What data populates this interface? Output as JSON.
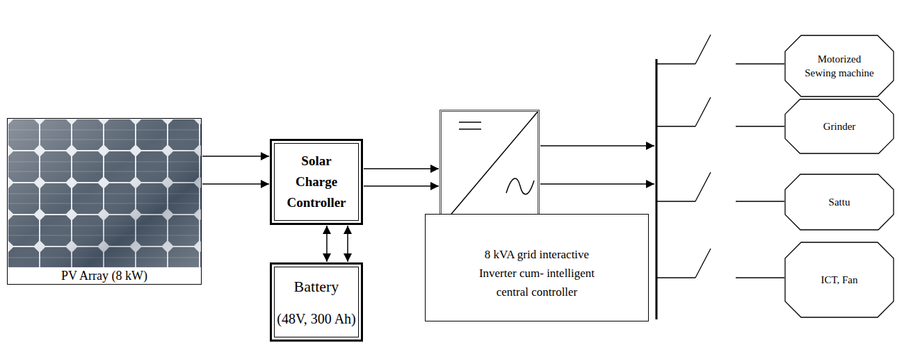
{
  "diagram": {
    "nodes": [
      {
        "text": [
          "PV Array (8 kW)"
        ]
      },
      {
        "text": [
          "Solar Charge Controller"
        ]
      },
      {
        "text": [
          "Battery",
          "(48V, 300 Ah)"
        ]
      },
      {
        "text": [
          "8 kVA grid interactive Inverter cum- intelligent central controller"
        ]
      },
      {
        "text": [
          "Motorized Sewing machine"
        ]
      },
      {
        "text": [
          "Grinder"
        ]
      },
      {
        "text": [
          "Sattu"
        ]
      },
      {
        "text": [
          "ICT, Fan"
        ]
      }
    ],
    "edges": [
      {
        "from": 0,
        "to": 1,
        "arrow": "to"
      },
      {
        "from": 0,
        "to": 1,
        "arrow": "to"
      },
      {
        "from": 1,
        "to": 2,
        "arrow": "both"
      },
      {
        "from": 1,
        "to": 2,
        "arrow": "both"
      },
      {
        "from": 1,
        "to": 3,
        "arrow": "to"
      },
      {
        "from": 1,
        "to": 3,
        "arrow": "to"
      }
    ]
  }
}
